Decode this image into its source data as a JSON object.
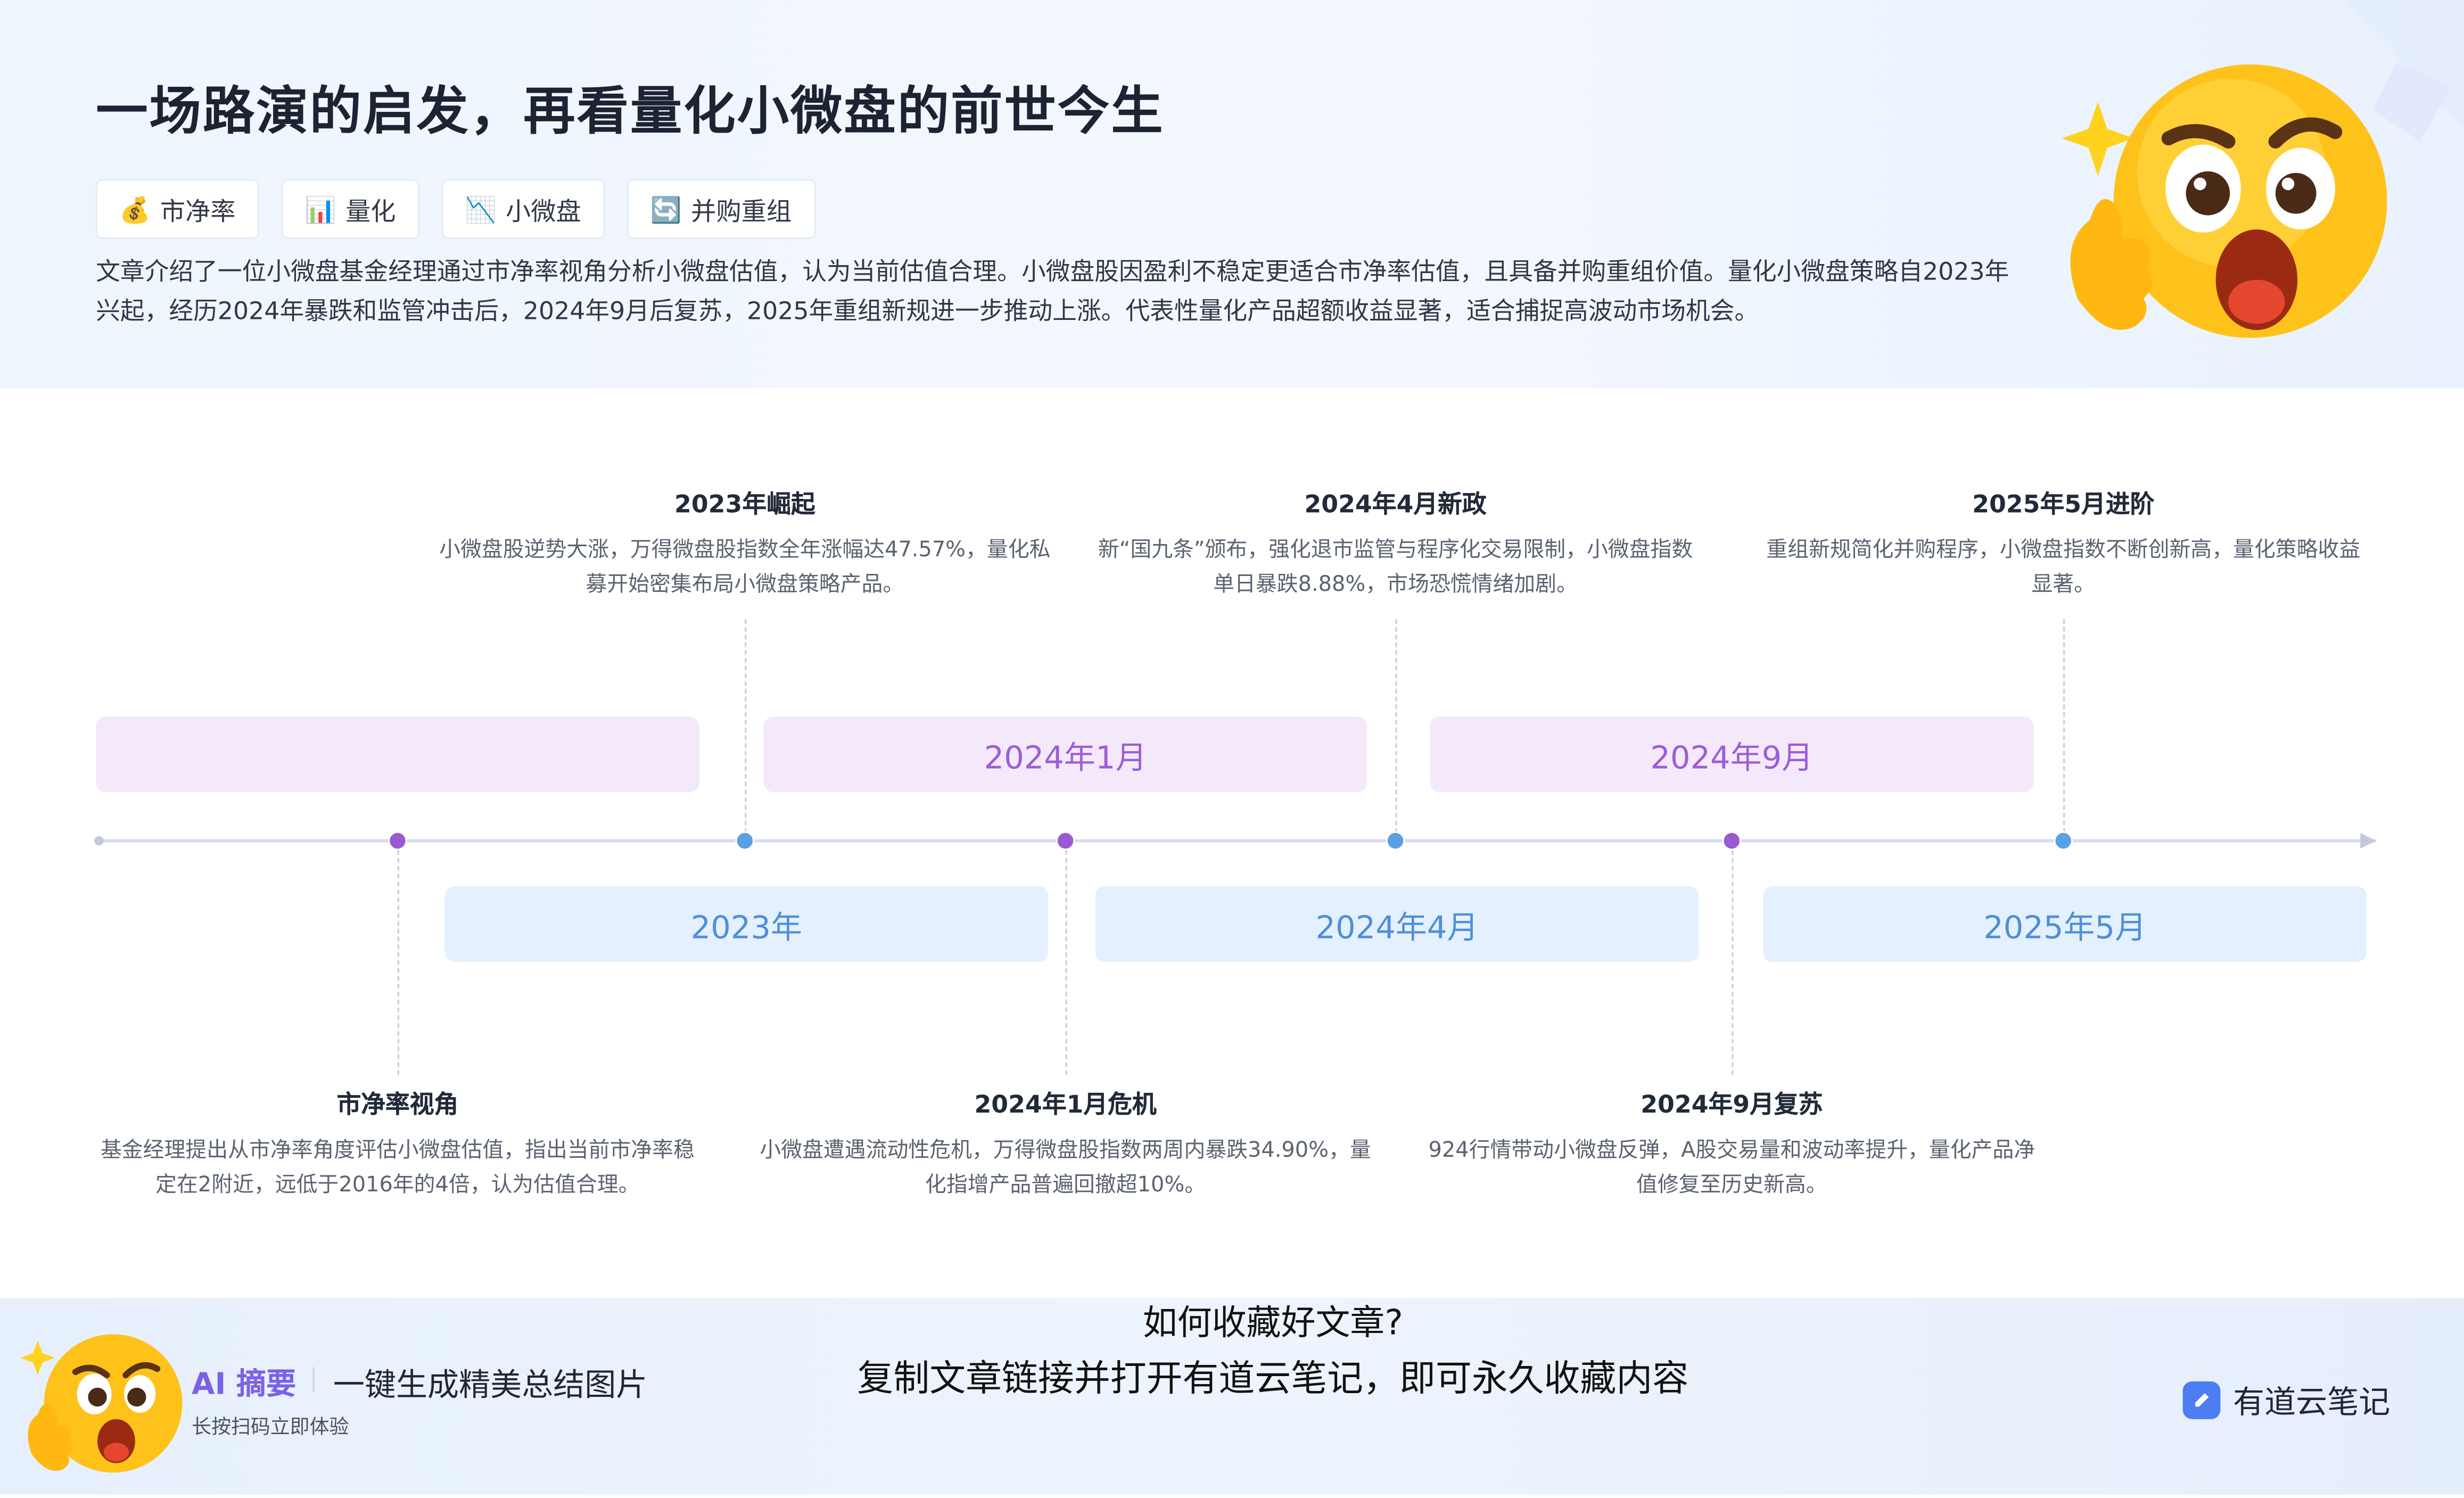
{
  "header": {
    "title": "一场路演的启发，再看量化小微盘的前世今生",
    "tags": [
      {
        "icon": "money-bag-icon",
        "glyph": "💰",
        "label": "市净率"
      },
      {
        "icon": "bar-chart-icon",
        "glyph": "📊",
        "label": "量化"
      },
      {
        "icon": "chart-decreasing-icon",
        "glyph": "📉",
        "label": "小微盘"
      },
      {
        "icon": "cycle-arrows-icon",
        "glyph": "🔄",
        "label": "并购重组"
      }
    ],
    "summary": "文章介绍了一位小微盘基金经理通过市净率视角分析小微盘估值，认为当前估值合理。小微盘股因盈利不稳定更适合市净率估值，且具备并购重组价值。量化小微盘策略自2023年兴起，经历2024年暴跌和监管冲击后，2024年9月后复苏，2025年重组新规进一步推动上涨。代表性量化产品超额收益显著，适合捕捉高波动市场机会。"
  },
  "timeline": {
    "bands": [
      {
        "label": "",
        "color": "purple"
      },
      {
        "label": "2024年1月",
        "color": "purple"
      },
      {
        "label": "2024年9月",
        "color": "purple"
      },
      {
        "label": "2023年",
        "color": "blue"
      },
      {
        "label": "2024年4月",
        "color": "blue"
      },
      {
        "label": "2025年5月",
        "color": "blue"
      }
    ],
    "events_above": [
      {
        "title": "2023年崛起",
        "desc": "小微盘股逆势大涨，万得微盘股指数全年涨幅达47.57%，量化私募开始密集布局小微盘策略产品。"
      },
      {
        "title": "2024年4月新政",
        "desc": "新“国九条”颁布，强化退市监管与程序化交易限制，小微盘指数单日暴跌8.88%，市场恐慌情绪加剧。"
      },
      {
        "title": "2025年5月进阶",
        "desc": "重组新规简化并购程序，小微盘指数不断创新高，量化策略收益显著。"
      }
    ],
    "events_below": [
      {
        "title": "市净率视角",
        "desc": "基金经理提出从市净率角度评估小微盘估值，指出当前市净率稳定在2附近，远低于2016年的4倍，认为估值合理。"
      },
      {
        "title": "2024年1月危机",
        "desc": "小微盘遭遇流动性危机，万得微盘股指数两周内暴跌34.90%，量化指增产品普遍回撤超10%。"
      },
      {
        "title": "2024年9月复苏",
        "desc": "924行情带动小微盘反弹，A股交易量和波动率提升，量化产品净值修复至历史新高。"
      }
    ]
  },
  "footer": {
    "ai_label": "AI 摘要",
    "main_text": "一键生成精美总结图片",
    "sub_text": "长按扫码立即体验",
    "caption_line1": "如何收藏好文章?",
    "caption_line2": "复制文章链接并打开有道云笔记，即可永久收藏内容",
    "brand": "有道云笔记"
  },
  "colors": {
    "purple_accent": "#9d5dd6",
    "blue_accent": "#4f8fd8",
    "purple_band": "#f3e9fb",
    "blue_band": "#e4f0fd",
    "ai_label": "#7c62e6"
  }
}
